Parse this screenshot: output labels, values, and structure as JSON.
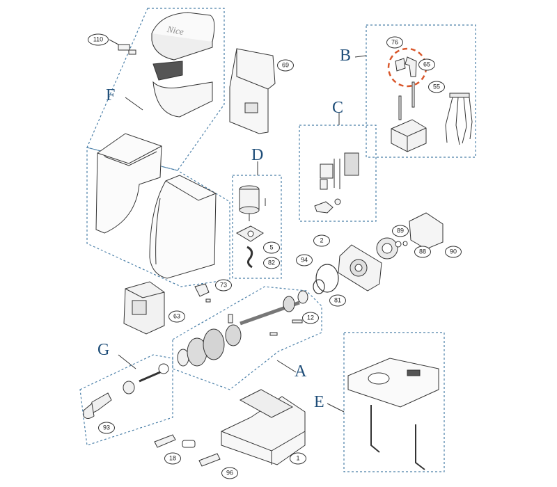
{
  "group_labels": {
    "A": "A",
    "B": "B",
    "C": "C",
    "D": "D",
    "E": "E",
    "F": "F",
    "G": "G"
  },
  "callouts": {
    "c110": "110",
    "c69": "69",
    "c76": "76",
    "c65": "65",
    "c55": "55",
    "c5": "5",
    "c82": "82",
    "c2": "2",
    "c89": "89",
    "c88": "88",
    "c90": "90",
    "c94": "94",
    "c81": "81",
    "c73": "73",
    "c63": "63",
    "c12": "12",
    "c93": "93",
    "c18": "18",
    "c1": "1",
    "c96": "96"
  },
  "logo_text": "Nice",
  "colors": {
    "group_border": "#4a7fa8",
    "group_label": "#1f4e79",
    "highlight": "#d9572b",
    "line": "#333333"
  }
}
